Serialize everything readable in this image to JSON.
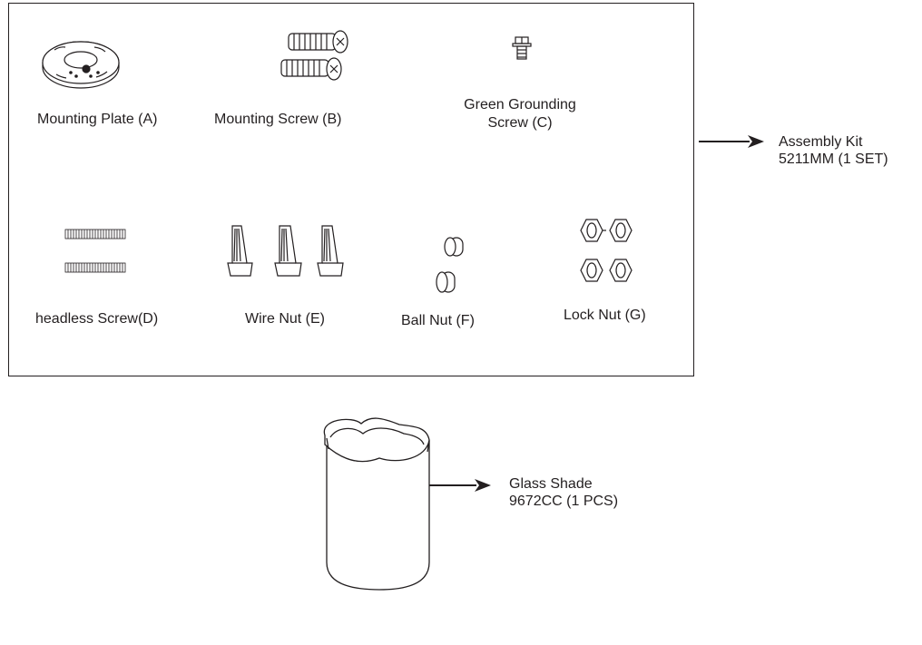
{
  "parts": [
    {
      "id": "mounting_plate",
      "label": "Mounting Plate (A)"
    },
    {
      "id": "mounting_screw",
      "label": "Mounting Screw (B)"
    },
    {
      "id": "green_grounding_screw",
      "label_line1": "Green Grounding",
      "label_line2": "Screw (C)"
    },
    {
      "id": "headless_screw",
      "label": "headless Screw(D)"
    },
    {
      "id": "wire_nut",
      "label": "Wire Nut (E)"
    },
    {
      "id": "ball_nut",
      "label": "Ball Nut (F)"
    },
    {
      "id": "lock_nut",
      "label": "Lock Nut (G)"
    }
  ],
  "assembly_kit": {
    "name": "Assembly Kit",
    "code": "5211MM (1 SET)"
  },
  "glass_shade": {
    "name": "Glass Shade",
    "code": "9672CC (1 PCS)"
  },
  "colors": {
    "line": "#231f20",
    "background": "#ffffff"
  }
}
